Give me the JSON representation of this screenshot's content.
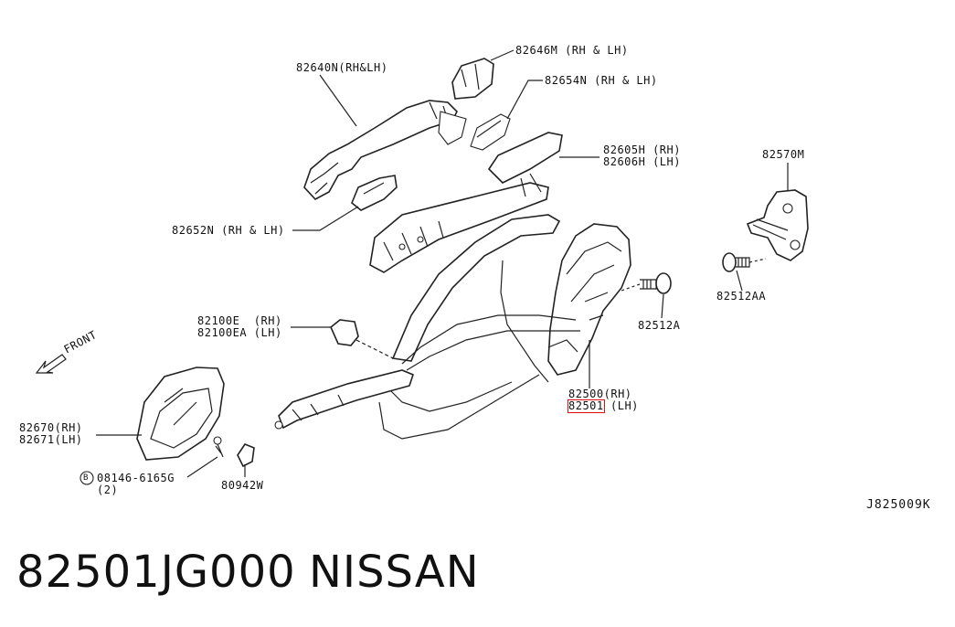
{
  "callouts": {
    "c82640N": "82640N(RH&LH)",
    "c82646M": "82646M (RH & LH)",
    "c82654N": "82654N (RH & LH)",
    "c82605H": "82605H (RH)",
    "c82606H": "82606H (LH)",
    "c82570M": "82570M",
    "c82652N": "82652N (RH & LH)",
    "c82512AA": "82512AA",
    "c82100E": "82100E  (RH)",
    "c82100EA": "82100EA (LH)",
    "c82512A": "82512A",
    "front": "FRONT",
    "c82500": "82500(RH)",
    "c82501": "82501",
    "c82501_lh": "(LH)",
    "c82670": "82670(RH)",
    "c82671": "82671(LH)",
    "c08146": "08146-6165G",
    "c08146_qty": "(2)",
    "c80942W": "80942W",
    "bolt_marker": "B"
  },
  "diagram_code": "J825009K",
  "footer": {
    "part_number": "82501JG000",
    "brand": "NISSAN"
  },
  "colors": {
    "highlight": "#e01010",
    "ink": "#222222"
  }
}
